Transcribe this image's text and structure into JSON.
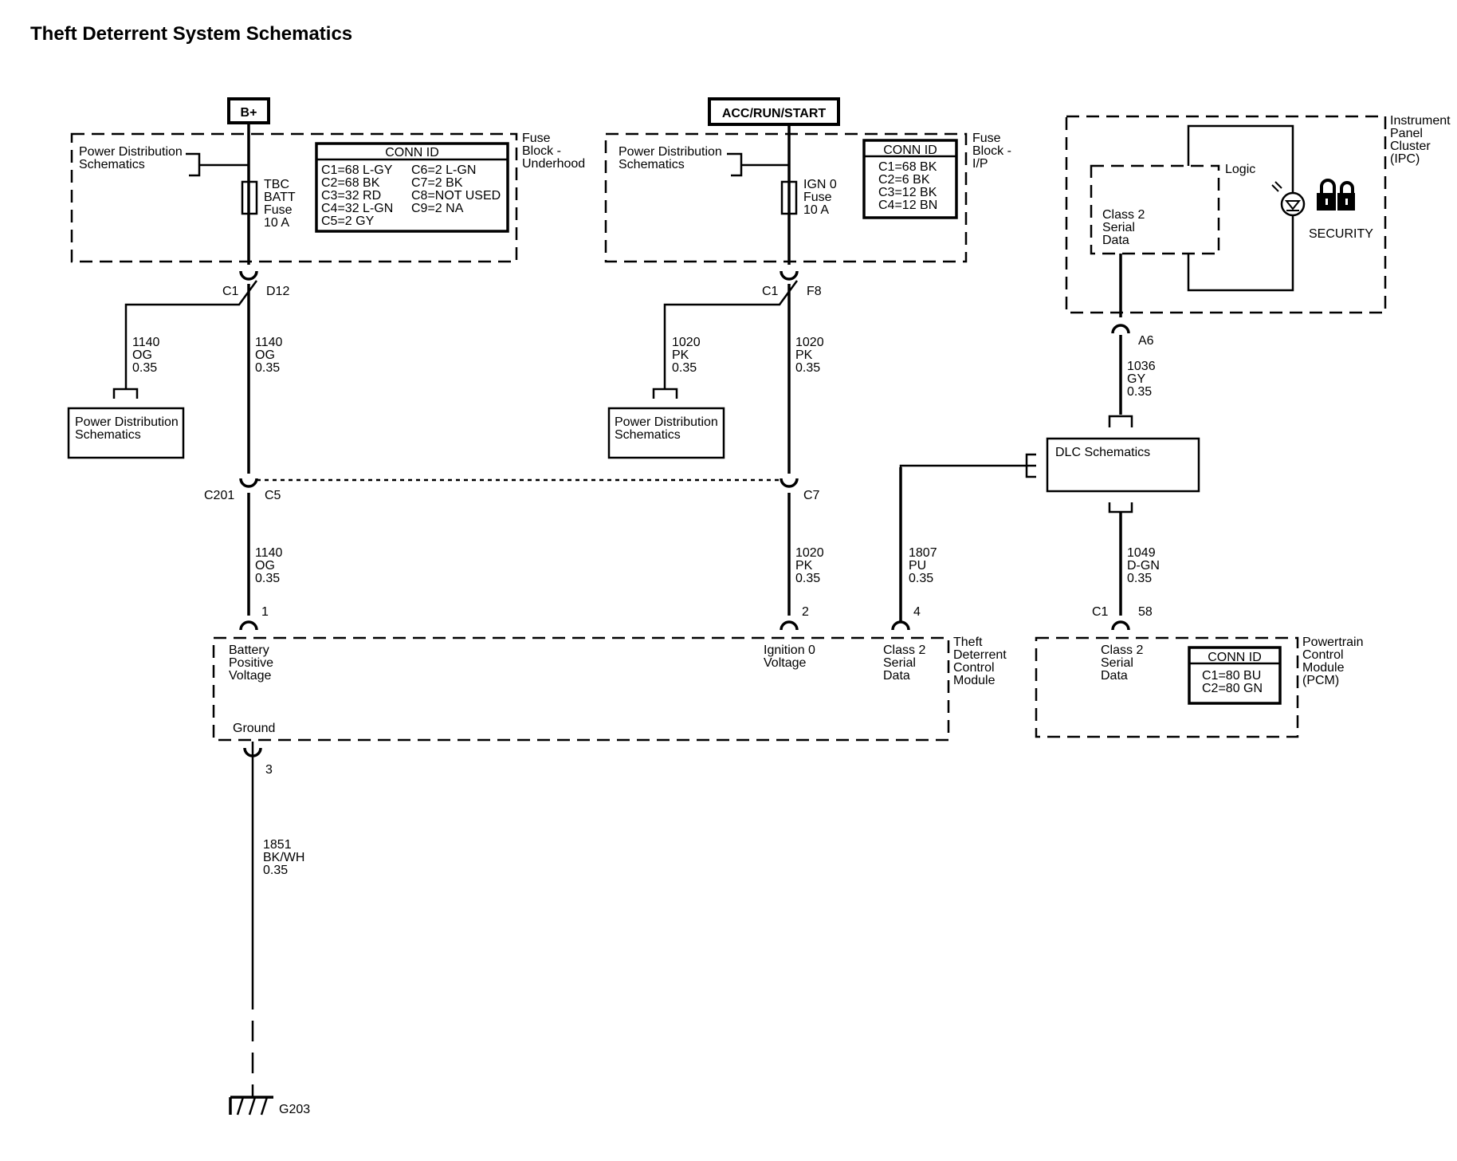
{
  "title": "Theft Deterrent System Schematics",
  "sources": {
    "bplus": "B+",
    "acc": "ACC/RUN/START"
  },
  "fuse_block_underhood": {
    "label": [
      "Fuse",
      "Block -",
      "Underhood"
    ],
    "pd_ref": [
      "Power Distribution",
      "Schematics"
    ],
    "fuse": [
      "TBC",
      "BATT",
      "Fuse",
      "10 A"
    ],
    "conn_title": "CONN ID",
    "conn_left": [
      "C1=68 L-GY",
      "C2=68 BK",
      "C3=32 RD",
      "C4=32 L-GN",
      "C5=2 GY"
    ],
    "conn_right": [
      "C6=2 L-GN",
      "C7=2 BK",
      "C8=NOT USED",
      "C9=2 NA"
    ]
  },
  "fuse_block_ip": {
    "label": [
      "Fuse",
      "Block -",
      "I/P"
    ],
    "pd_ref": [
      "Power Distribution",
      "Schematics"
    ],
    "fuse": [
      "IGN 0",
      "Fuse",
      "10 A"
    ],
    "conn_title": "CONN ID",
    "conn": [
      "C1=68 BK",
      "C2=6 BK",
      "C3=12 BK",
      "C4=12 BN"
    ]
  },
  "ipc": {
    "label": [
      "Instrument",
      "Panel",
      "Cluster",
      "(IPC)"
    ],
    "logic": "Logic",
    "class2": [
      "Class 2",
      "Serial",
      "Data"
    ],
    "security": "SECURITY"
  },
  "connectors": {
    "c1_left": "C1",
    "d12": "D12",
    "c1_mid": "C1",
    "f8": "F8",
    "a6": "A6",
    "c201": "C201",
    "c5": "C5",
    "c7": "C7",
    "pin1": "1",
    "pin2": "2",
    "pin4": "4",
    "pcm_c1": "C1",
    "pcm_58": "58",
    "pin3": "3"
  },
  "wires": {
    "w1140_branch": [
      "1140",
      "OG",
      "0.35"
    ],
    "w1140_main": [
      "1140",
      "OG",
      "0.35"
    ],
    "w1020_branch": [
      "1020",
      "PK",
      "0.35"
    ],
    "w1020_main": [
      "1020",
      "PK",
      "0.35"
    ],
    "w1036": [
      "1036",
      "GY",
      "0.35"
    ],
    "w1140_lower": [
      "1140",
      "OG",
      "0.35"
    ],
    "w1020_lower": [
      "1020",
      "PK",
      "0.35"
    ],
    "w1807": [
      "1807",
      "PU",
      "0.35"
    ],
    "w1049": [
      "1049",
      "D-GN",
      "0.35"
    ],
    "w1851": [
      "1851",
      "BK/WH",
      "0.35"
    ]
  },
  "pd_boxes": {
    "left": [
      "Power Distribution",
      "Schematics"
    ],
    "mid": [
      "Power Distribution",
      "Schematics"
    ]
  },
  "dlc": "DLC Schematics",
  "tdcm": {
    "label": [
      "Theft",
      "Deterrent",
      "Control",
      "Module"
    ],
    "batt": [
      "Battery",
      "Positive",
      "Voltage"
    ],
    "ign": [
      "Ignition 0",
      "Voltage"
    ],
    "class2": [
      "Class 2",
      "Serial",
      "Data"
    ],
    "ground": "Ground"
  },
  "pcm": {
    "label": [
      "Powertrain",
      "Control",
      "Module",
      "(PCM)"
    ],
    "class2": [
      "Class 2",
      "Serial",
      "Data"
    ],
    "conn_title": "CONN ID",
    "conn": [
      "C1=80 BU",
      "C2=80 GN"
    ]
  },
  "ground": "G203"
}
